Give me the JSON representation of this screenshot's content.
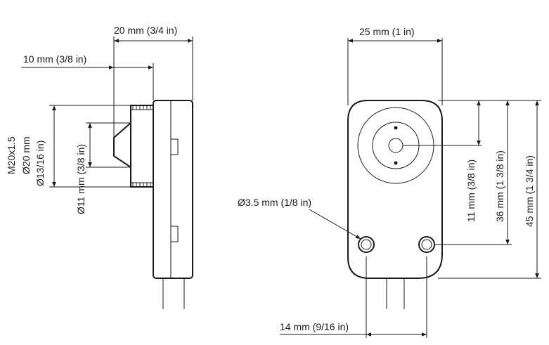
{
  "side_view": {
    "overall_width_label": "20 mm (3/4 in)",
    "thread_length_label": "10 mm (3/8 in)",
    "thread_spec_label": "M20x1.5",
    "thread_dia_label": "Ø20 mm",
    "thread_dia_in_label": "Ø13/16 in)",
    "lens_dia_label": "Ø11 mm (3/8 in)"
  },
  "front_view": {
    "width_label": "25 mm (1 in)",
    "hole_dia_label": "Ø3.5 mm (1/8 in)",
    "hole_spacing_label": "14 mm (9/16 in)",
    "lens_center_label": "11 mm (3/8 in)",
    "hole_height_label": "36 mm (1 3/8 in)",
    "overall_height_label": "45 mm (1 3/4 in)"
  }
}
